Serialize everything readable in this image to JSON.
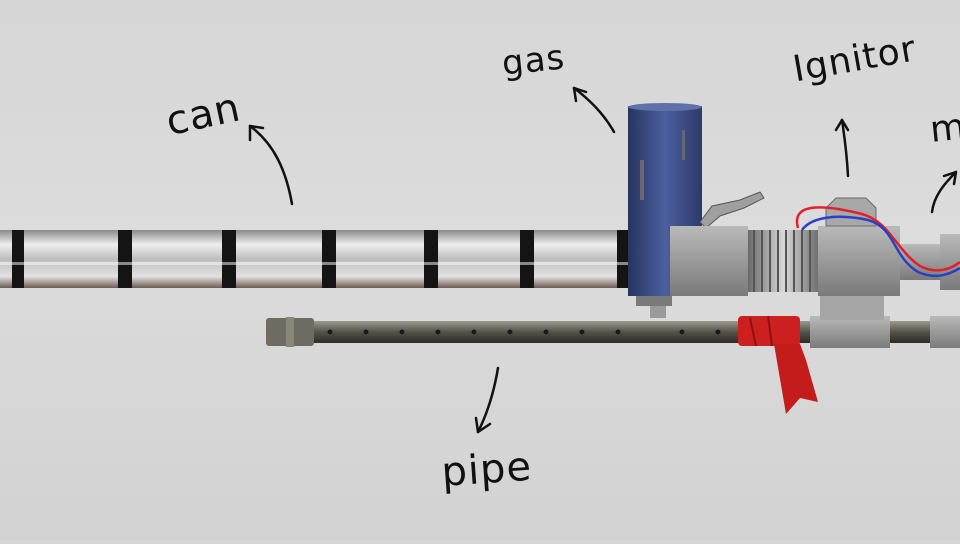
{
  "labels": {
    "can": "can",
    "gas": "gas",
    "ignitor": "Ignitor",
    "mixing": "m",
    "pipe": "pipe"
  },
  "colors": {
    "background": "#d8d8d8",
    "can_metal": "#bfbfbf",
    "can_band": "#141414",
    "gas_canister": "#3d4f86",
    "fitting_gray": "#9a9a9a",
    "pipe_dark": "#5b5b55",
    "rag_red": "#cc1f1f",
    "wire_red": "#e0202a",
    "wire_blue": "#2a3fc4",
    "ink": "#111111"
  }
}
